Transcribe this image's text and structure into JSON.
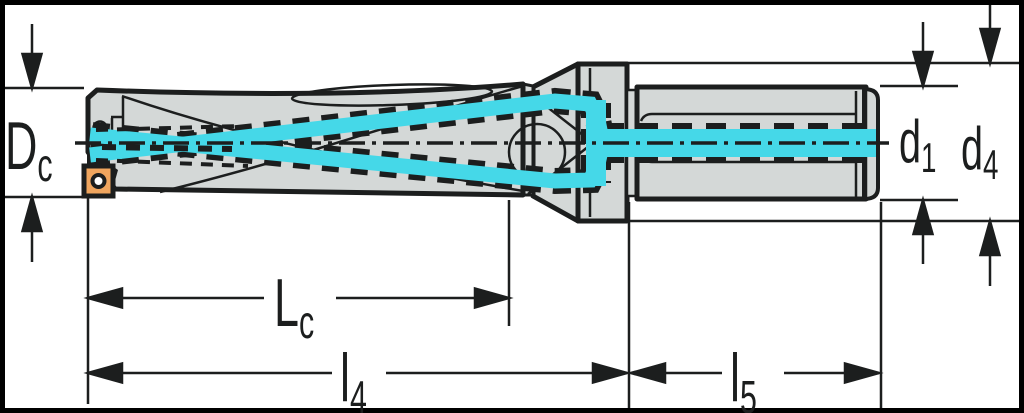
{
  "figure": {
    "description": "Technical dimension drawing of an indexable-insert drill: side view with coolant channels highlighted and dimension arrows"
  },
  "labels": {
    "cutting_diameter": {
      "main": "D",
      "sub": "c"
    },
    "shank_diameter": {
      "main": "d",
      "sub": "1"
    },
    "collar_diameter": {
      "main": "d",
      "sub": "4"
    },
    "flute_length": {
      "main": "L",
      "sub": "c"
    },
    "length_l4": {
      "main": "l",
      "sub": "4"
    },
    "length_l5": {
      "main": "l",
      "sub": "5"
    }
  },
  "colors": {
    "background": "#ffffff",
    "frame": "#000000",
    "outline": "#1c1e1e",
    "body": "#d4d8d7",
    "coolant": "#45d8e8",
    "insert": "#f0a55e",
    "insert_hole": "#ffffff",
    "dimension": "#1c1e1e"
  }
}
